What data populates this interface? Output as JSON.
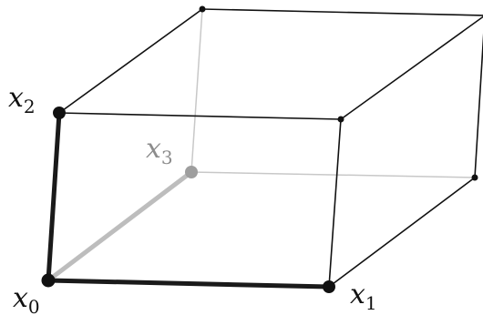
{
  "labels": {
    "x0": {
      "base": "x",
      "sub": "0"
    },
    "x1": {
      "base": "x",
      "sub": "1"
    },
    "x2": {
      "base": "x",
      "sub": "2"
    },
    "x3": {
      "base": "x",
      "sub": "3"
    }
  },
  "colors": {
    "edge": "#111111",
    "hidden_edge": "#c0c0c0",
    "highlight_edge": "#1a1a1a",
    "highlight_hidden_edge": "#bdbdbd",
    "vertex": "#111111",
    "hidden_vertex": "#9a9a9a",
    "label": "#111111",
    "hidden_label": "#8c8c8c"
  }
}
